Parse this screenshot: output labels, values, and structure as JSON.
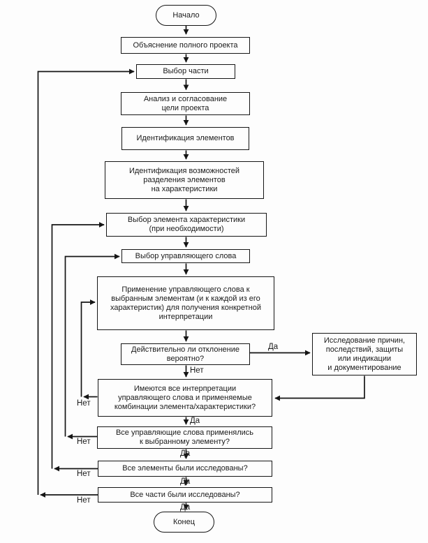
{
  "diagram": {
    "type": "flowchart",
    "language": "ru",
    "edge_labels": {
      "yes": "Да",
      "no": "Нет"
    },
    "nodes": {
      "start": {
        "label": "Начало",
        "shape": "terminator"
      },
      "explain_project": {
        "label": "Объяснение полного проекта",
        "shape": "process"
      },
      "select_part": {
        "label": "Выбор части",
        "shape": "process"
      },
      "analyze_goal": {
        "label": "Анализ и согласование\nцели проекта",
        "shape": "process"
      },
      "identify_elements": {
        "label": "Идентификация элементов",
        "shape": "process"
      },
      "identify_possibilities": {
        "label": "Идентификация возможностей\nразделения элементов\nна характеристики",
        "shape": "process"
      },
      "select_element": {
        "label": "Выбор элемента характеристики\n(при необходимости)",
        "shape": "process"
      },
      "select_guide_word": {
        "label": "Выбор управляющего слова",
        "shape": "process"
      },
      "apply_guide_word": {
        "label": "Применение управляющего слова к\nвыбранным элементам (и к каждой из его\nхарактеристик) для получения конкретной\nинтерпретации",
        "shape": "process"
      },
      "deviation_credible": {
        "label": "Действительно ли отклонение\nвероятно?",
        "shape": "decision"
      },
      "investigate": {
        "label": "Исследование причин,\nпоследствий, защиты\nили индикации\nи документирование",
        "shape": "process"
      },
      "all_interpretations": {
        "label": "Имеются все интерпретации\nуправляющего слова и применяемые\nкомбинации элемента/характеристики?",
        "shape": "decision"
      },
      "all_guide_words": {
        "label": "Все управляющие слова применялись\nк выбранному элементу?",
        "shape": "decision"
      },
      "all_elements": {
        "label": "Все элементы были исследованы?",
        "shape": "decision"
      },
      "all_parts": {
        "label": "Все части были исследованы?",
        "shape": "decision"
      },
      "end": {
        "label": "Конец",
        "shape": "terminator"
      }
    }
  }
}
